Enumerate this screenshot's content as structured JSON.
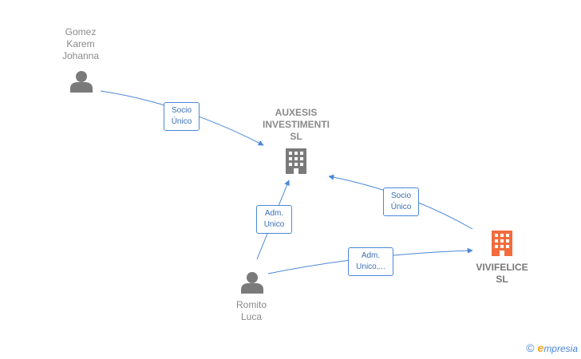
{
  "nodes": {
    "gomez": {
      "label": "Gomez\nKarem\nJohanna",
      "type": "person"
    },
    "auxesis": {
      "label": "AUXESIS\nINVESTIMENTI\nSL",
      "type": "company"
    },
    "vivifelice": {
      "label": "VIVIFELICE\nSL",
      "type": "company",
      "highlighted": true
    },
    "romito": {
      "label": "Romito\nLuca",
      "type": "person"
    }
  },
  "edges": [
    {
      "from": "gomez",
      "to": "auxesis",
      "label": "Socio\nÚnico"
    },
    {
      "from": "vivifelice",
      "to": "auxesis",
      "label": "Socio\nÚnico"
    },
    {
      "from": "romito",
      "to": "auxesis",
      "label": "Adm.\nUnico"
    },
    {
      "from": "romito",
      "to": "vivifelice",
      "label": "Adm.\nUnico,..."
    }
  ],
  "colors": {
    "edge": "#4a88d8",
    "person_icon": "#7a7a7a",
    "company_icon": "#7a7a7a",
    "company_highlight": "#f26c3c"
  },
  "brand": {
    "copyright": "©",
    "name_initial": "e",
    "name_rest": "mpresia"
  }
}
